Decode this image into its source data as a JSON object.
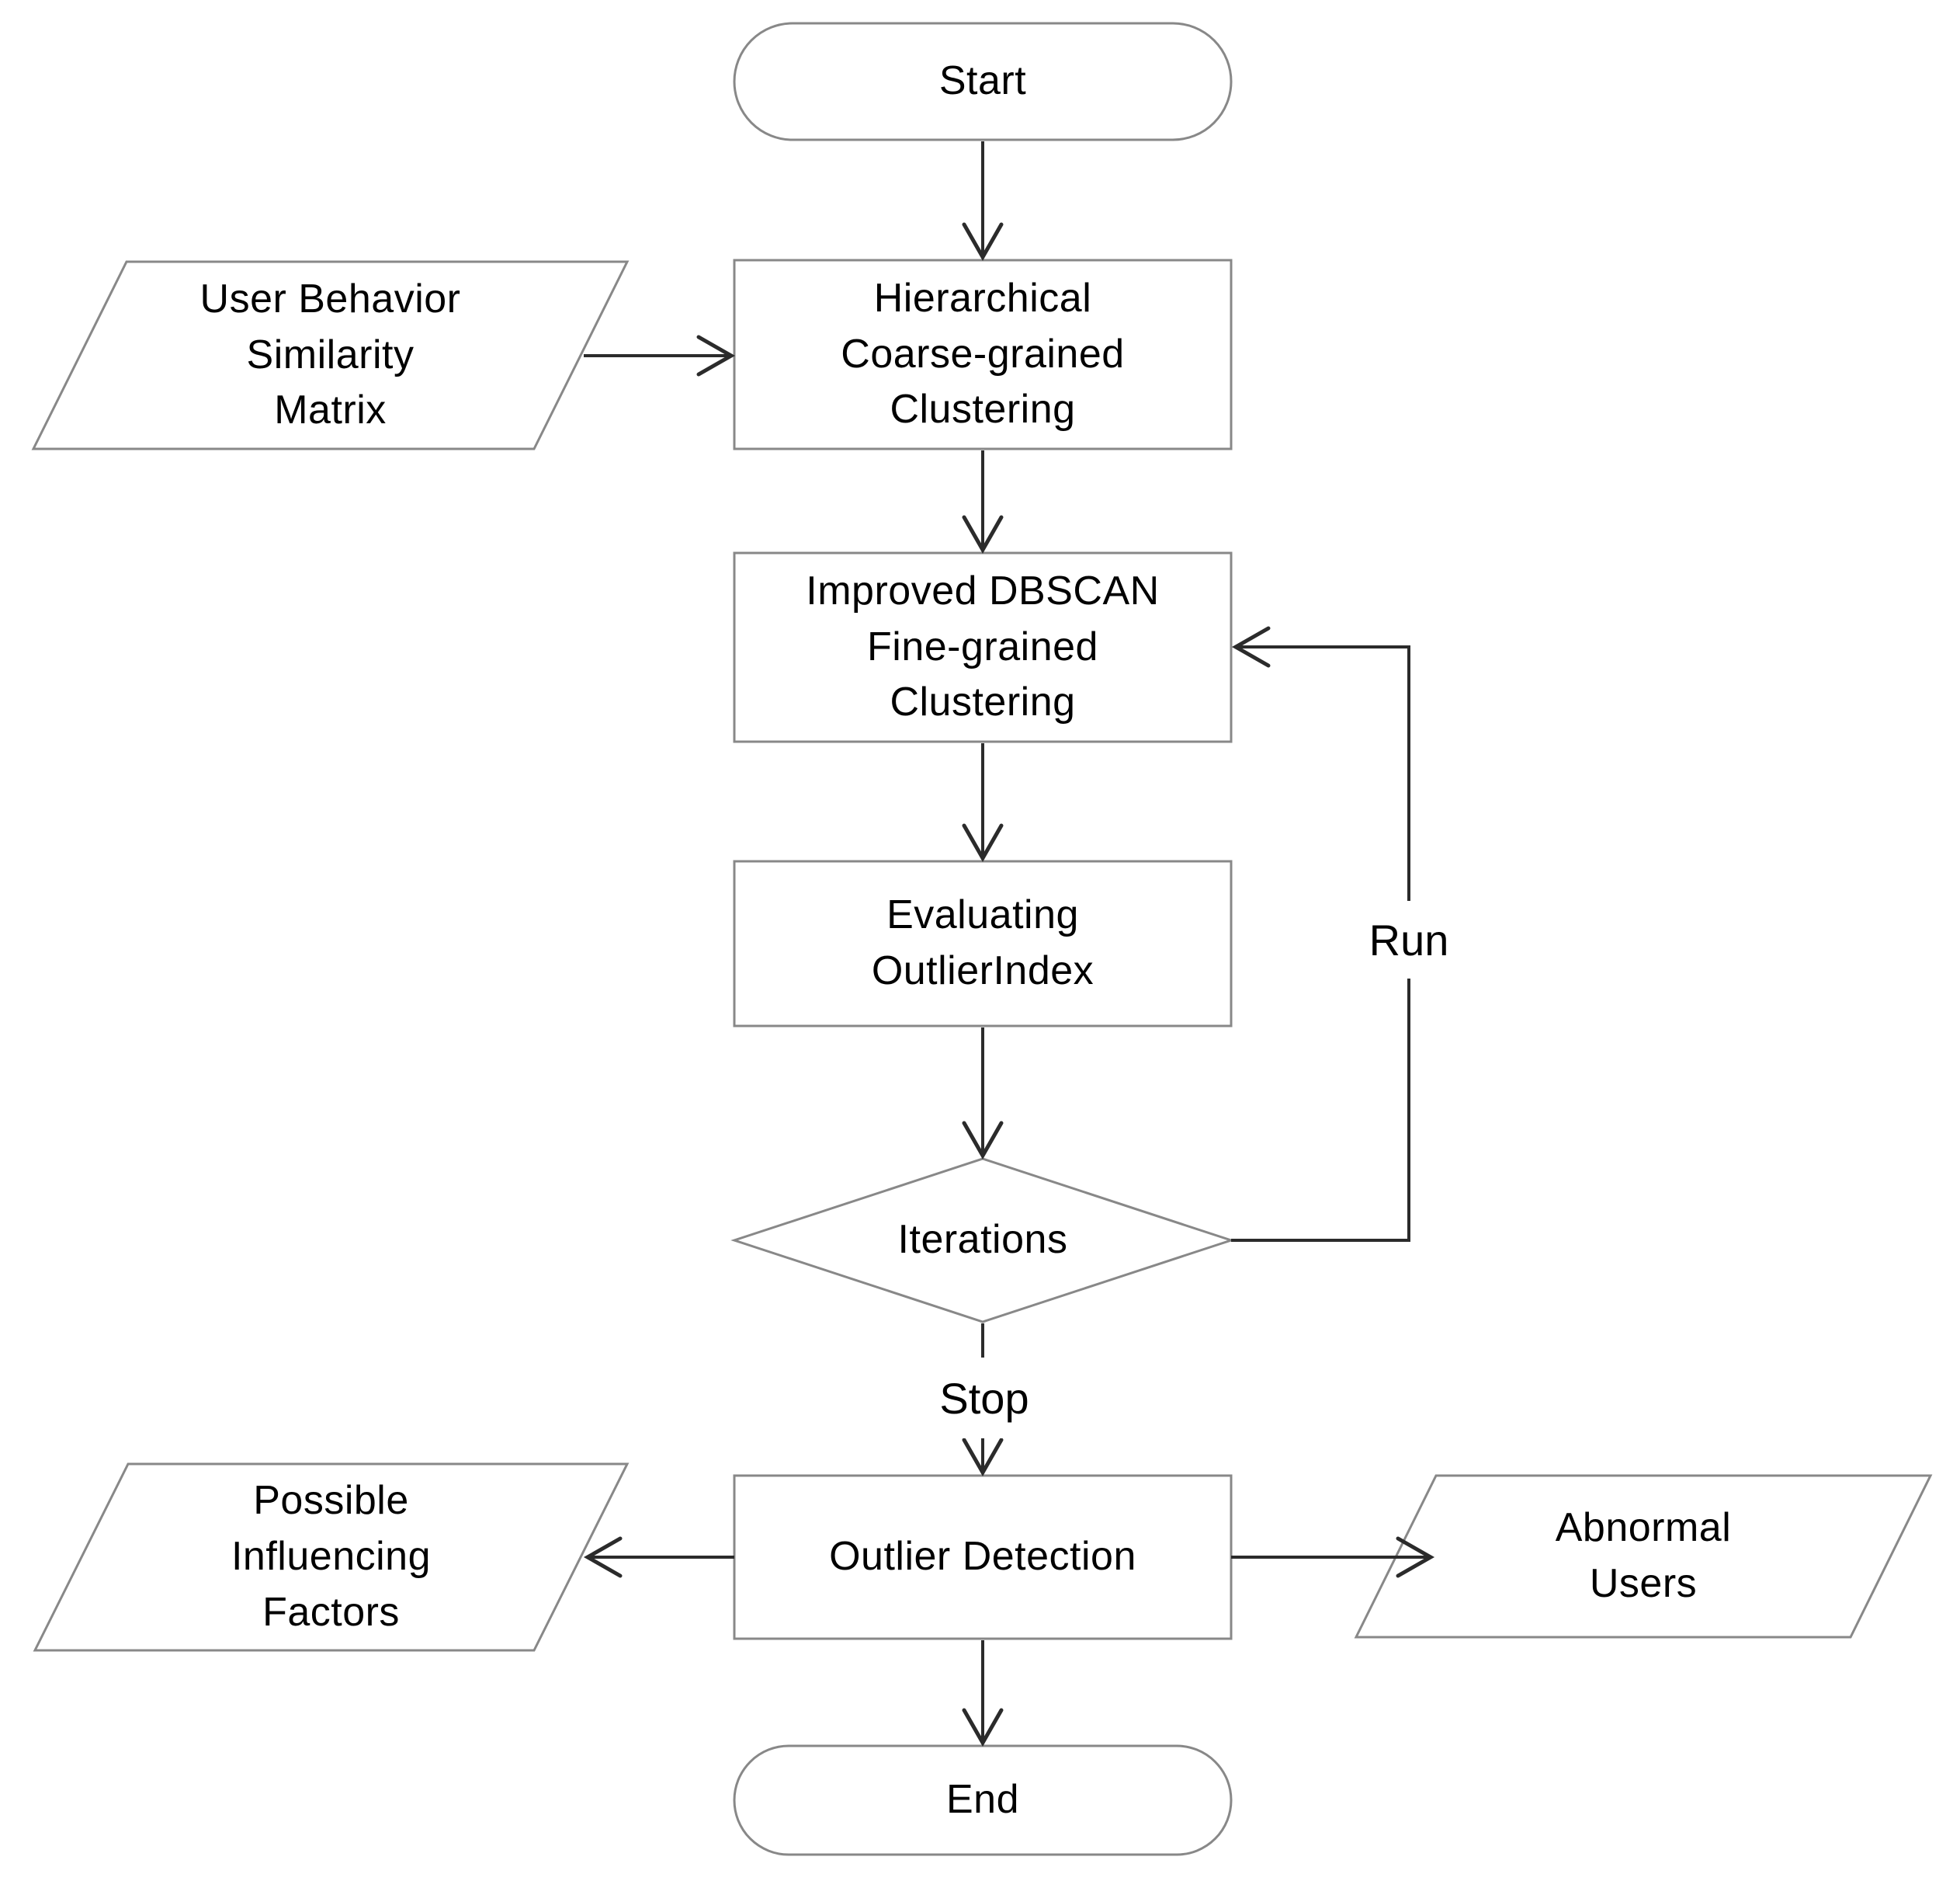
{
  "diagram": {
    "type": "flowchart",
    "nodes": {
      "start": {
        "label": "Start",
        "shape": "terminator"
      },
      "user_behavior": {
        "label": "User Behavior\nSimilarity\nMatrix",
        "shape": "parallelogram"
      },
      "hierarchical": {
        "label": "Hierarchical\nCoarse-grained\nClustering",
        "shape": "process"
      },
      "improved_dbscan": {
        "label": "Improved DBSCAN\nFine-grained\nClustering",
        "shape": "process"
      },
      "evaluating": {
        "label": "Evaluating\nOutlierIndex",
        "shape": "process"
      },
      "iterations": {
        "label": "Iterations",
        "shape": "decision"
      },
      "outlier_detection": {
        "label": "Outlier Detection",
        "shape": "process"
      },
      "possible_factors": {
        "label": "Possible\nInfluencing\nFactors",
        "shape": "parallelogram"
      },
      "abnormal_users": {
        "label": "Abnormal\nUsers",
        "shape": "parallelogram"
      },
      "end": {
        "label": "End",
        "shape": "terminator"
      }
    },
    "edges": {
      "run_label": "Run",
      "stop_label": "Stop"
    },
    "colors": {
      "shape_border": "#888888",
      "arrow": "#2b2b2b",
      "text": "#000000",
      "background": "#ffffff"
    }
  }
}
